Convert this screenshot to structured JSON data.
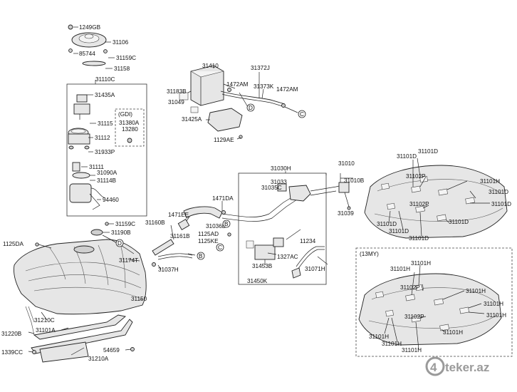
{
  "labels": {
    "l1249gb": "1249GB",
    "l31106": "31106",
    "l85744": "85744",
    "l31159c_top": "31159C",
    "l31158": "31158",
    "l31110c": "31110C",
    "l31435a": "31435A",
    "gdi": "(GDI)",
    "l31380a": "31380A",
    "l13280": "13280",
    "l31115": "31115",
    "l31112": "31112",
    "l31933p": "31933P",
    "l31111": "31111",
    "l31090a": "31090A",
    "l31114b": "31114B",
    "l94460": "94460",
    "l31410": "31410",
    "l31372j": "31372J",
    "l31183b": "31183B",
    "l1472am_a": "1472AM",
    "l31373k": "31373K",
    "l1472am_b": "1472AM",
    "l31049": "31049",
    "l31425a": "31425A",
    "l1129ae": "1129AE",
    "l31030h": "31030H",
    "l31010": "31010",
    "l31010b": "31010B",
    "l31033": "31033",
    "l31035c": "31035C",
    "l31039": "31039",
    "l1471da": "1471DA",
    "l1471ee": "1471EE",
    "l31160b": "31160B",
    "l31161b": "31161B",
    "l31036b": "31036B",
    "l1125ad": "1125AD",
    "l1125ke": "1125KE",
    "l11234": "11234",
    "l1327ac": "1327AC",
    "l31453b": "31453B",
    "l31071h": "31071H",
    "l31450k": "31450K",
    "l31037h": "31037H",
    "l1125da": "1125DA",
    "l31159c": "31159C",
    "l31190b": "31190B",
    "l31174t": "31174T",
    "l31150": "31150",
    "l31210c": "31210C",
    "l31220b": "31220B",
    "l31101a": "31101A",
    "l1339cc": "1339CC",
    "l54659": "54659",
    "l31210a": "31210A",
    "r_31101d_1": "31101D",
    "r_31101d_2": "31101D",
    "r_31102p_1": "31102P",
    "r_31101h_1": "31101H",
    "r_31101d_3": "31101D",
    "r_31101d_4": "31101D",
    "r_31102p_2": "31102P",
    "r_31101d_5": "31101D",
    "r_31101d_6": "31101D",
    "r_31101d_7": "31101D",
    "r_31101d_8": "31101D",
    "my13": "(13MY)",
    "h_31101h_1": "31101H",
    "h_31101h_2": "31101H",
    "h_31102p_1": "31102P",
    "h_31101h_3": "31101H",
    "h_31101h_4": "31101H",
    "h_31101h_5": "31101H",
    "h_31102p_2": "31102P",
    "h_31101h_6": "31101H",
    "h_31101h_7": "31101H",
    "h_31101h_8": "31101H",
    "h_31101h_9": "31101H"
  },
  "connectors": {
    "b1": "B",
    "b2": "B",
    "c1": "C",
    "c2": "C",
    "d1": "D",
    "d2": "D"
  },
  "watermark": {
    "text": "teker.az",
    "number": "4"
  }
}
